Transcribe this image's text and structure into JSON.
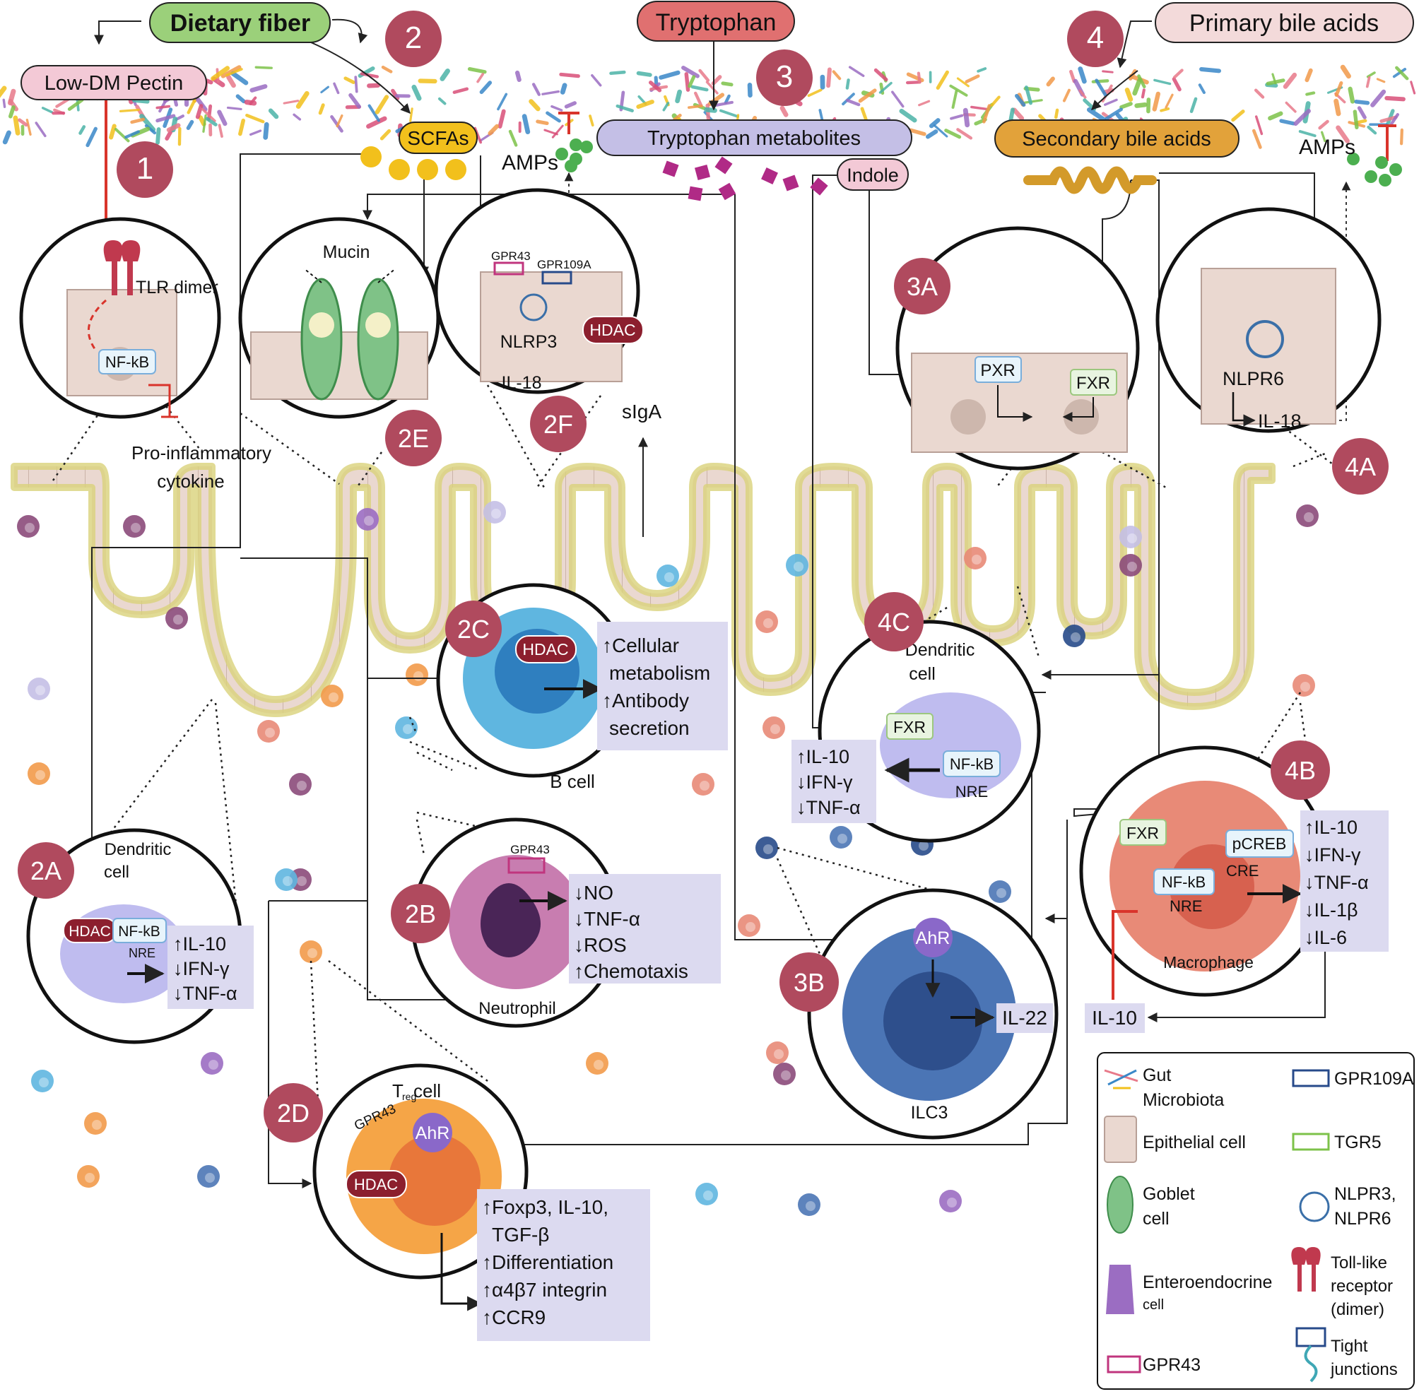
{
  "inputs": {
    "dietary_fiber": "Dietary fiber",
    "tryptophan": "Tryptophan",
    "primary_bile_acids": "Primary bile acids",
    "low_dm_pectin": "Low-DM Pectin"
  },
  "metabolites": {
    "scfas": "SCFAs",
    "tryptophan_metabolites": "Tryptophan metabolites",
    "indole": "Indole",
    "secondary_bile_acids": "Secondary bile acids",
    "amps_left": "AMPs",
    "amps_right": "AMPs",
    "siga": "sIgA"
  },
  "numbers": {
    "n1": "1",
    "n2": "2",
    "n3": "3",
    "n4": "4",
    "n2A": "2A",
    "n2B": "2B",
    "n2C": "2C",
    "n2D": "2D",
    "n2E": "2E",
    "n2F": "2F",
    "n3A": "3A",
    "n3B": "3B",
    "n4A": "4A",
    "n4B": "4B",
    "n4C": "4C"
  },
  "panel1": {
    "tlr": "TLR dimer",
    "nfkb": "NF-kB",
    "cytokine_1": "Pro-inflammatory",
    "cytokine_2": "cytokine"
  },
  "panel2E": {
    "mucin": "Mucin"
  },
  "panel2F": {
    "gpr43": "GPR43",
    "gpr109a": "GPR109A",
    "nlrp3": "NLRP3",
    "il18": "IL-18",
    "hdac": "HDAC"
  },
  "panel3A": {
    "pxr": "PXR",
    "fxr": "FXR"
  },
  "panel4A": {
    "nlpr6": "NLPR6",
    "il18": "IL-18"
  },
  "panel2C": {
    "hdac": "HDAC",
    "cell": "B cell",
    "effects": [
      "↑Cellular",
      "metabolism",
      "↑Antibody",
      "secretion"
    ]
  },
  "panel2A": {
    "cell_1": "Dendritic",
    "cell_2": "cell",
    "hdac": "HDAC",
    "nfkb": "NF-kB",
    "nre": "NRE",
    "effects": [
      "↑IL-10",
      "↓IFN-γ",
      "↓TNF-α"
    ]
  },
  "panel2B": {
    "gpr43": "GPR43",
    "cell": "Neutrophil",
    "effects": [
      "↓NO",
      "↓TNF-α",
      "↓ROS",
      "↑Chemotaxis"
    ]
  },
  "panel2D": {
    "cell_t": "T",
    "cell_sub": "reg",
    "cell_rest": " cell",
    "gpr43": "GPR43",
    "ahr": "AhR",
    "hdac": "HDAC",
    "effects": [
      "↑Foxp3, IL-10,",
      "TGF-β",
      "↑Differentiation",
      "↑α4β7 integrin",
      "↑CCR9"
    ]
  },
  "panel3B": {
    "ahr": "AhR",
    "cell": "ILC3",
    "il22": "IL-22"
  },
  "panel4C": {
    "cell_1": "Dendritic",
    "cell_2": "cell",
    "fxr": "FXR",
    "nfkb": "NF-kB",
    "nre": "NRE",
    "effects": [
      "↑IL-10",
      "↓IFN-γ",
      "↓TNF-α"
    ]
  },
  "panel4B": {
    "fxr": "FXR",
    "pcreb": "pCREB",
    "cre": "CRE",
    "nfkb": "NF-kB",
    "nre": "NRE",
    "cell": "Macrophage",
    "il10": "IL-10",
    "effects": [
      "↑IL-10",
      "↓IFN-γ",
      "↓TNF-α",
      "↓IL-1β",
      "↓IL-6"
    ]
  },
  "legend": {
    "gut_1": "Gut",
    "gut_2": "Microbiota",
    "gpr109a": "GPR109A",
    "epithelial": "Epithelial cell",
    "tgr5": "TGR5",
    "goblet_1": "Goblet",
    "goblet_2": "cell",
    "nlpr_1": "NLPR3,",
    "nlpr_2": "NLPR6",
    "entero_1": "Enteroendocrine",
    "entero_2": "cell",
    "toll_1": "Toll-like",
    "toll_2": "receptor",
    "toll_3": "(dimer)",
    "gpr43": "GPR43",
    "tight_1": "Tight",
    "tight_2": "junctions"
  },
  "colors": {
    "red_circle": "#b04a5e",
    "fiber_green": "#9bd07a",
    "tryptophan_red": "#e07070",
    "pink_label": "#f3c9d6",
    "lavender_box": "#dcdaf0",
    "lavender_pill": "#c4bfe6",
    "orange_pill": "#e2a23a",
    "scfa_yellow": "#f2c01c",
    "inhibit_red": "#d9342b"
  }
}
